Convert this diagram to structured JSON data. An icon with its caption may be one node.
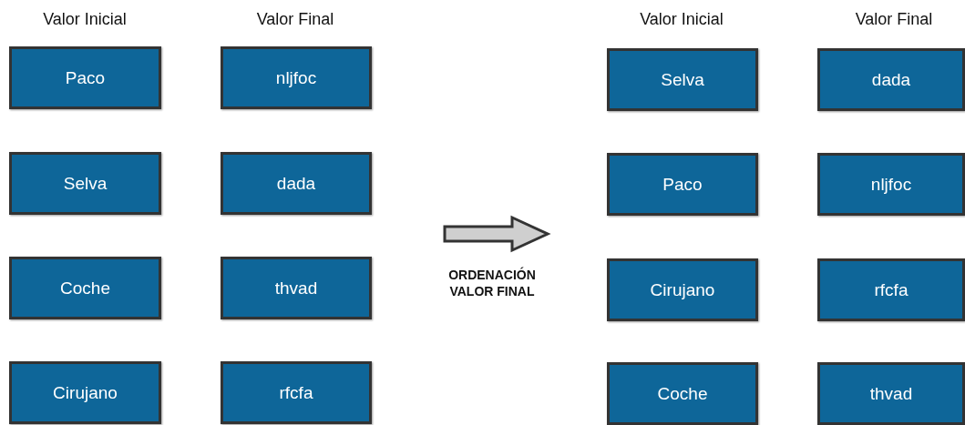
{
  "diagram": {
    "nodes": [
      {
        "text": [
          "Paco"
        ]
      },
      {
        "text": [
          "nljfoc"
        ]
      },
      {
        "text": [
          "Selva"
        ]
      },
      {
        "text": [
          "dada"
        ]
      },
      {
        "text": [
          "Coche"
        ]
      },
      {
        "text": [
          "thvad"
        ]
      },
      {
        "text": [
          "Cirujano"
        ]
      },
      {
        "text": [
          "rfcfa"
        ]
      },
      {
        "text": [
          "Selva"
        ]
      },
      {
        "text": [
          "dada"
        ]
      },
      {
        "text": [
          "Paco"
        ]
      },
      {
        "text": [
          "nljfoc"
        ]
      },
      {
        "text": [
          "Cirujano"
        ]
      },
      {
        "text": [
          "rfcfa"
        ]
      },
      {
        "text": [
          "Coche"
        ]
      },
      {
        "text": [
          "thvad"
        ]
      }
    ],
    "labels": [
      "Valor Inicial",
      "Valor Final",
      "Valor Inicial",
      "Valor Final",
      "ORDENACIÓN VALOR FINAL"
    ]
  }
}
